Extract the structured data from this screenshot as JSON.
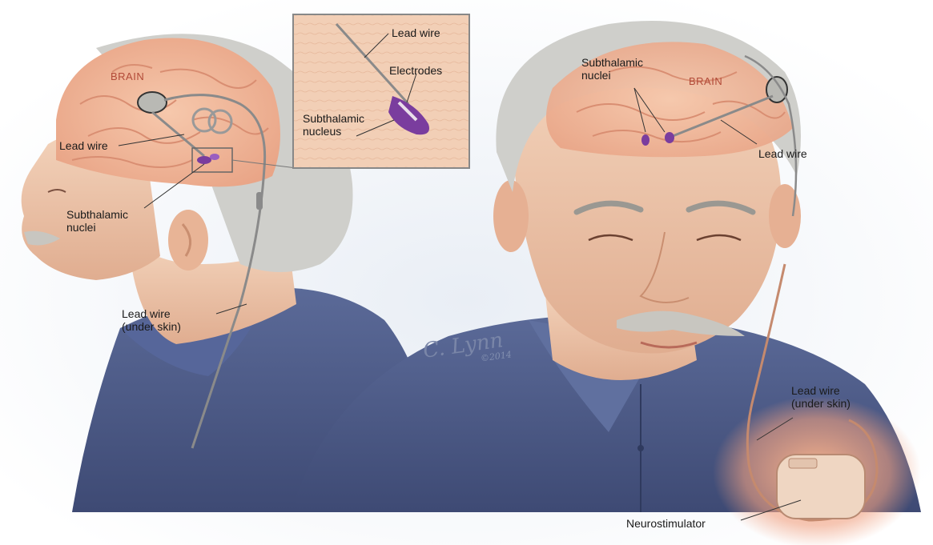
{
  "labels": {
    "brain_left": "BRAIN",
    "brain_right": "BRAIN",
    "lead_wire_left": "Lead wire",
    "subthalamic_nuclei_left": "Subthalamic\nnuclei",
    "lead_wire_under_skin_left": "Lead  wire\n(under skin)",
    "inset_lead_wire": "Lead wire",
    "inset_electrodes": "Electrodes",
    "inset_subthalamic_nucleus": "Subthalamic\nnucleus",
    "subthalamic_nuclei_right": "Subthalamic\nnuclei",
    "lead_wire_right": "Lead wire",
    "lead_wire_under_skin_right": "Lead  wire\n(under skin)",
    "neurostimulator": "Neurostimulator",
    "signature": "C. Lynn",
    "signature_year": "©2014"
  },
  "colors": {
    "brain": "#f0b79a",
    "nuclei": "#7a3d9e",
    "shirt": "#4b5a86",
    "skin": "#efc9ad",
    "hair": "#c8c8c4",
    "wire": "#888888"
  }
}
